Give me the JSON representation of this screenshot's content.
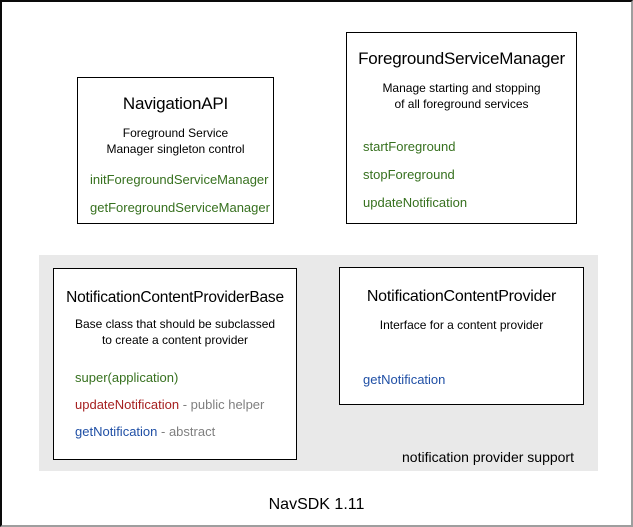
{
  "colors": {
    "method_green": "#37711f",
    "method_red": "#a62121",
    "method_blue": "#1f4fa5",
    "annotation_gray": "#7f7f7f",
    "panel_background": "#e9e9e9",
    "box_border": "#000000"
  },
  "boxes": [
    {
      "title": "NavigationAPI",
      "description": "Foreground Service\nManager singleton control",
      "methods": [
        {
          "name": "initForegroundServiceManager"
        },
        {
          "name": "getForegroundServiceManager"
        }
      ]
    },
    {
      "title": "ForegroundServiceManager",
      "description": "Manage starting and stopping\nof all foreground services",
      "methods": [
        {
          "name": "startForeground"
        },
        {
          "name": "stopForeground"
        },
        {
          "name": "updateNotification"
        }
      ]
    },
    {
      "title": "NotificationContentProviderBase",
      "description": "Base class that should be subclassed\nto create a content provider",
      "methods": [
        {
          "name": "super(application)"
        },
        {
          "name": "updateNotification",
          "suffix": "- public helper"
        },
        {
          "name": "getNotification",
          "suffix": "- abstract"
        }
      ]
    },
    {
      "title": "NotificationContentProvider",
      "description": "Interface for a content provider",
      "methods": [
        {
          "name": "getNotification"
        }
      ]
    }
  ],
  "panel": {
    "caption": "notification provider support"
  },
  "footer": {
    "label": "NavSDK 1.11"
  }
}
